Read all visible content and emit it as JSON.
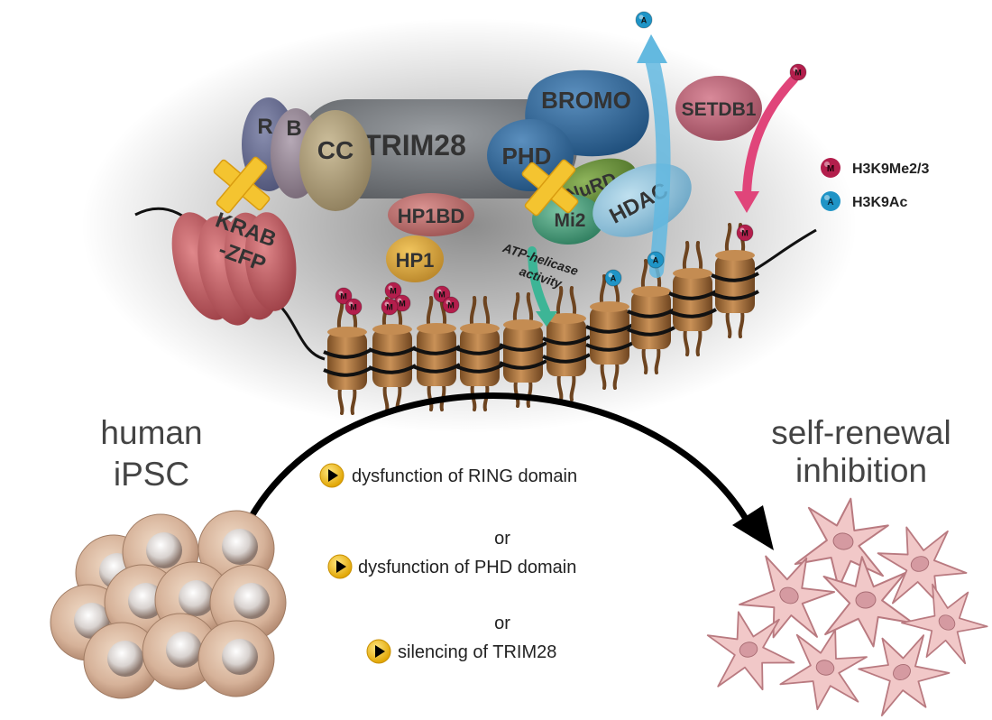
{
  "proteins": {
    "r": "R",
    "b": "B",
    "cc": "CC",
    "trim28": "TRIM28",
    "bromo": "BROMO",
    "phd": "PHD",
    "nurd": "NuRD",
    "mi2": "Mi2",
    "hdac": "HDAC",
    "setdb1": "SETDB1",
    "hp1bd": "HP1BD",
    "hp1": "HP1",
    "krab_line1": "KRAB",
    "krab_line2": "-ZFP"
  },
  "atp_helicase": {
    "line1": "ATP-helicase",
    "line2": "activity"
  },
  "marks": {
    "methyl": "M",
    "acetyl": "A"
  },
  "legend": {
    "methyl_label": "H3K9Me2/3",
    "acetyl_label": "H3K9Ac"
  },
  "cells": {
    "left_line1": "human",
    "left_line2": "iPSC",
    "right_line1": "self-renewal",
    "right_line2": "inhibition"
  },
  "conditions": {
    "item1": "dysfunction of RING domain",
    "or1": "or",
    "item2": "dysfunction of PHD domain",
    "or2": "or",
    "item3": "silencing of TRIM28"
  }
}
